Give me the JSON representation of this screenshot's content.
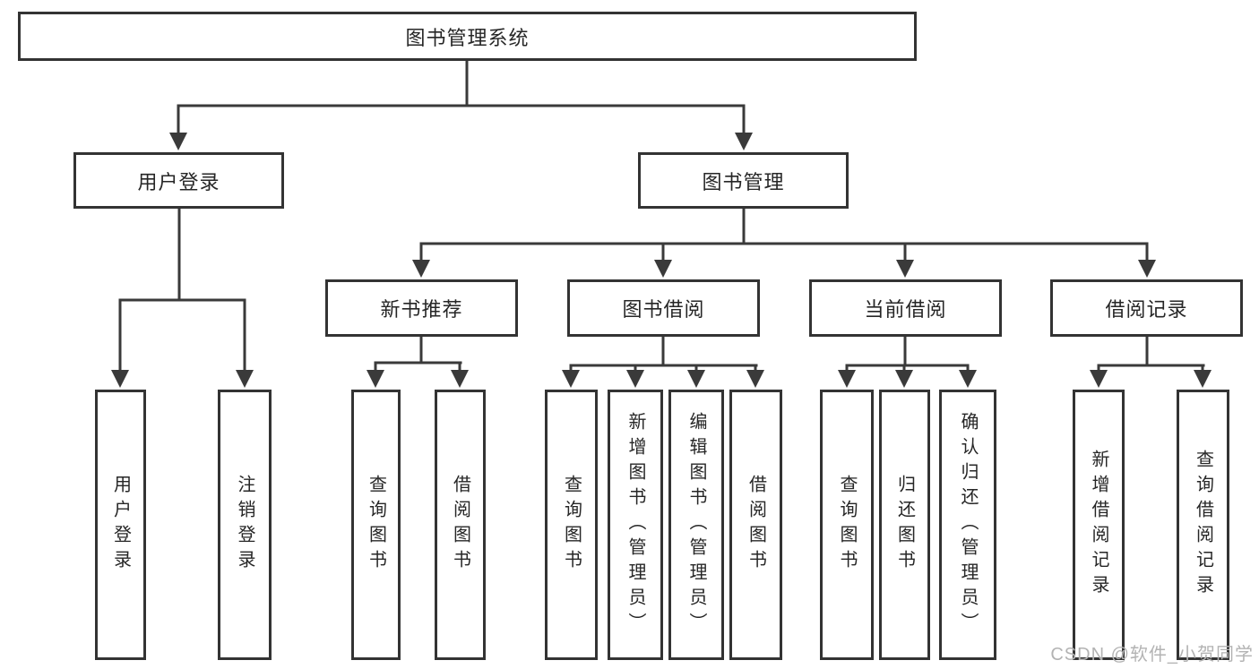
{
  "diagram_title": "图书管理系统",
  "colors": {
    "box_border": "#333333",
    "connector_line": "#3a3a3a",
    "text": "#262626",
    "watermark": "#b3b3b3",
    "background": "#ffffff"
  },
  "nodes": {
    "root": {
      "label": "图书管理系统"
    },
    "login": {
      "label": "用户登录"
    },
    "mgmt": {
      "label": "图书管理"
    },
    "newbook": {
      "label": "新书推荐"
    },
    "borrow": {
      "label": "图书借阅"
    },
    "current": {
      "label": "当前借阅"
    },
    "record": {
      "label": "借阅记录"
    },
    "leafLogin": {
      "label": "用户登录"
    },
    "leafLogout": {
      "label": "注销登录"
    },
    "nbQuery": {
      "label": "查询图书"
    },
    "nbBorrow": {
      "label": "借阅图书"
    },
    "bQuery": {
      "label": "查询图书"
    },
    "bAdd": {
      "label": "新增图书（管理员）"
    },
    "bEdit": {
      "label": "编辑图书（管理员）"
    },
    "bBorrow": {
      "label": "借阅图书"
    },
    "cQuery": {
      "label": "查询图书"
    },
    "cReturn": {
      "label": "归还图书"
    },
    "cConfirm": {
      "label": "确认归还（管理员）"
    },
    "rAdd": {
      "label": "新增借阅记录"
    },
    "rQuery": {
      "label": "查询借阅记录"
    }
  },
  "watermark": {
    "text": "CSDN @软件_小贺同学"
  }
}
